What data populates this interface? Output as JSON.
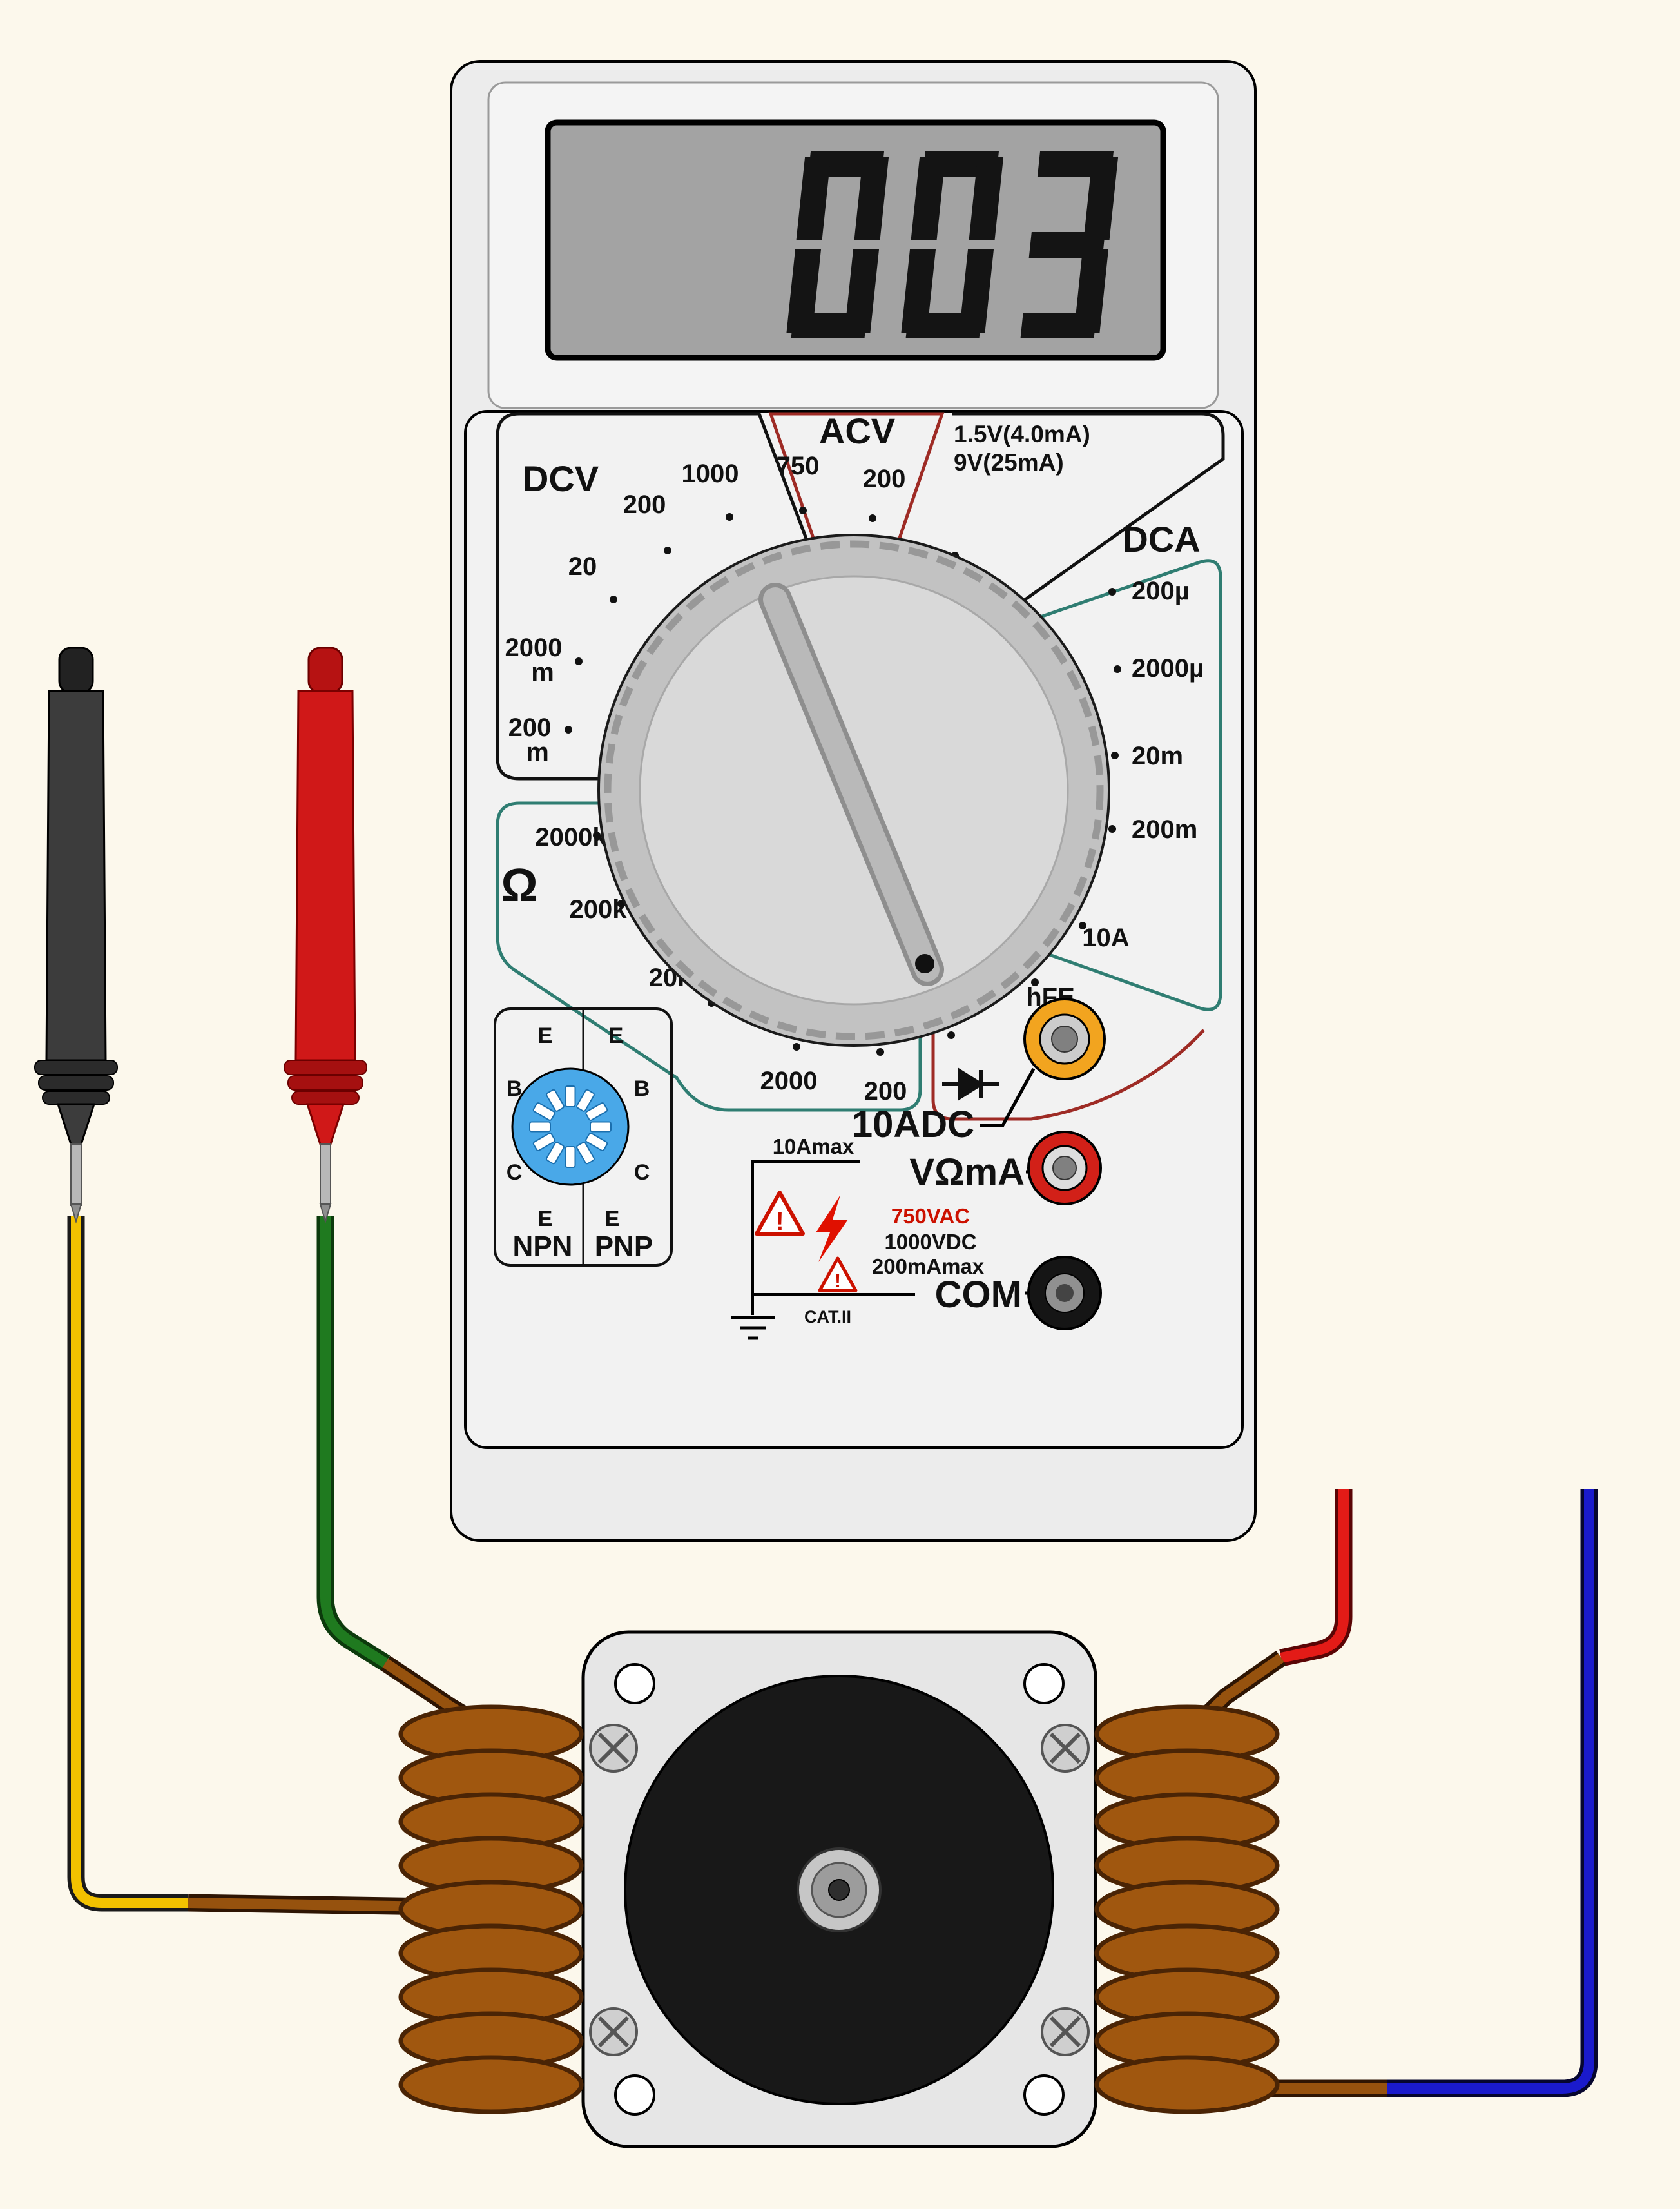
{
  "meter": {
    "display": {
      "value": "003"
    },
    "dial": {
      "dcv": {
        "label": "DCV",
        "r1": "1000",
        "r2": "200",
        "r3": "20",
        "r4v": "2000",
        "r4s": "m",
        "r5v": "200",
        "r5s": "m"
      },
      "acv": {
        "label": "ACV",
        "r1": "750",
        "r2": "200"
      },
      "battery": {
        "l1": "1.5V(4.0mA)",
        "l2": "9V(25mA)"
      },
      "dca": {
        "label": "DCA",
        "r1": "200µ",
        "r2": "2000µ",
        "r3": "20m",
        "r4": "200m"
      },
      "a10": "10A",
      "hfe": "hFE",
      "ohm": {
        "symbol": "Ω",
        "r1": "2000k",
        "r2": "200k",
        "r3": "20k",
        "r4": "2000",
        "r5": "200"
      },
      "transistor": {
        "npn": "NPN",
        "pnp": "PNP",
        "e": "E",
        "b": "B",
        "c": "C"
      }
    },
    "jacks": {
      "a10": "10ADC",
      "vohm": "VΩmA",
      "com": "COM"
    },
    "warnings": {
      "amax": "10Amax",
      "vac": "750VAC",
      "vdc": "1000VDC",
      "mamax": "200mAmax",
      "cat": "CAT.II",
      "bang": "!"
    }
  },
  "colors": {
    "teal": "#2F7D72",
    "dark_red": "#9E2B25",
    "warn_red": "#CC1100",
    "orange_jack": "#F2A41F",
    "red_jack": "#D22018",
    "wire_yellow": "#F2C200",
    "wire_green": "#1F7A1F",
    "wire_red": "#E31B17",
    "wire_blue": "#1A1ACC",
    "coil_copper": "#A0570F",
    "lcd_bg": "#A3A3A3",
    "body_gray": "#ECECEC"
  }
}
